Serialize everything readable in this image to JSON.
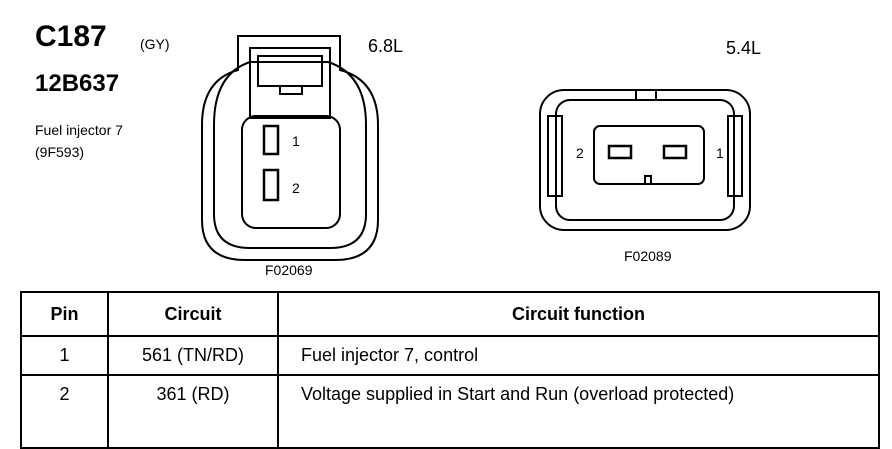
{
  "connector": {
    "id": "C187",
    "color_code": "(GY)",
    "part_number": "12B637",
    "component_name": "Fuel injector 7",
    "component_part": "(9F593)"
  },
  "views": [
    {
      "engine": "6.8L",
      "figure_code": "F02069",
      "pins": [
        "1",
        "2"
      ]
    },
    {
      "engine": "5.4L",
      "figure_code": "F02089",
      "pins": [
        "2",
        "1"
      ]
    }
  ],
  "table": {
    "headers": [
      "Pin",
      "Circuit",
      "Circuit function"
    ],
    "rows": [
      {
        "pin": "1",
        "circuit": "561 (TN/RD)",
        "function": "Fuel injector 7, control"
      },
      {
        "pin": "2",
        "circuit": "361 (RD)",
        "function": "Voltage supplied in Start and Run (overload protected)"
      }
    ]
  }
}
